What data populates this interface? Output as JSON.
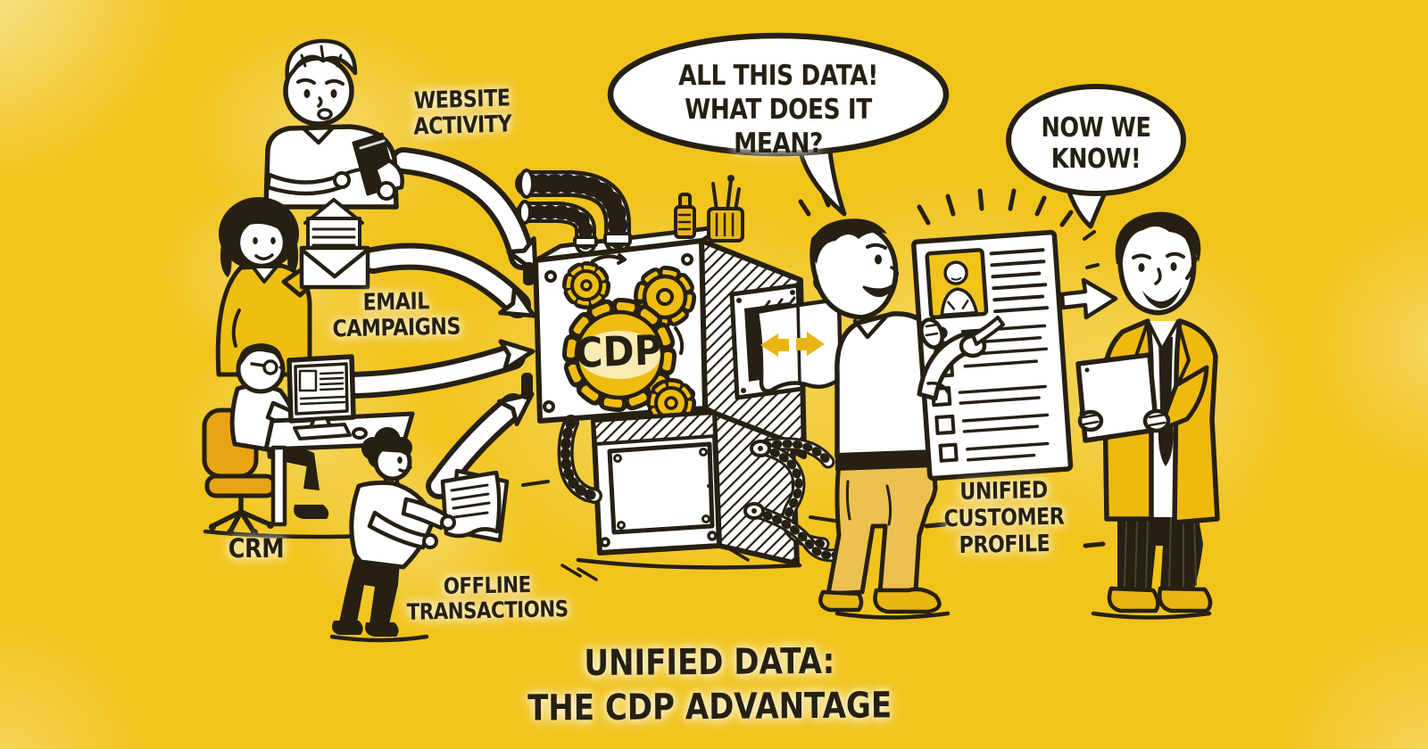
{
  "palette": {
    "background": "#F1C41C",
    "ink": "#262013",
    "accent_yellow": "#EFBC10",
    "white": "#FFFFFF"
  },
  "data_sources": [
    {
      "label": [
        "WEBSITE",
        "ACTIVITY"
      ]
    },
    {
      "label": [
        "EMAIL",
        "CAMPAIGNS"
      ]
    },
    {
      "label": [
        "CRM"
      ]
    },
    {
      "label": [
        "OFFLINE",
        "TRANSACTIONS"
      ]
    }
  ],
  "machine": {
    "label": "CDP"
  },
  "bubbles": {
    "question": {
      "lines": [
        "ALL THIS DATA!",
        "WHAT DOES IT MEAN?"
      ]
    },
    "answer": {
      "lines": [
        "NOW WE",
        "KNOW!"
      ]
    }
  },
  "profile": {
    "label": [
      "UNIFIED",
      "CUSTOMER",
      "PROFILE"
    ]
  },
  "title": {
    "lines": [
      "UNIFIED DATA:",
      "THE CDP ADVANTAGE"
    ]
  }
}
